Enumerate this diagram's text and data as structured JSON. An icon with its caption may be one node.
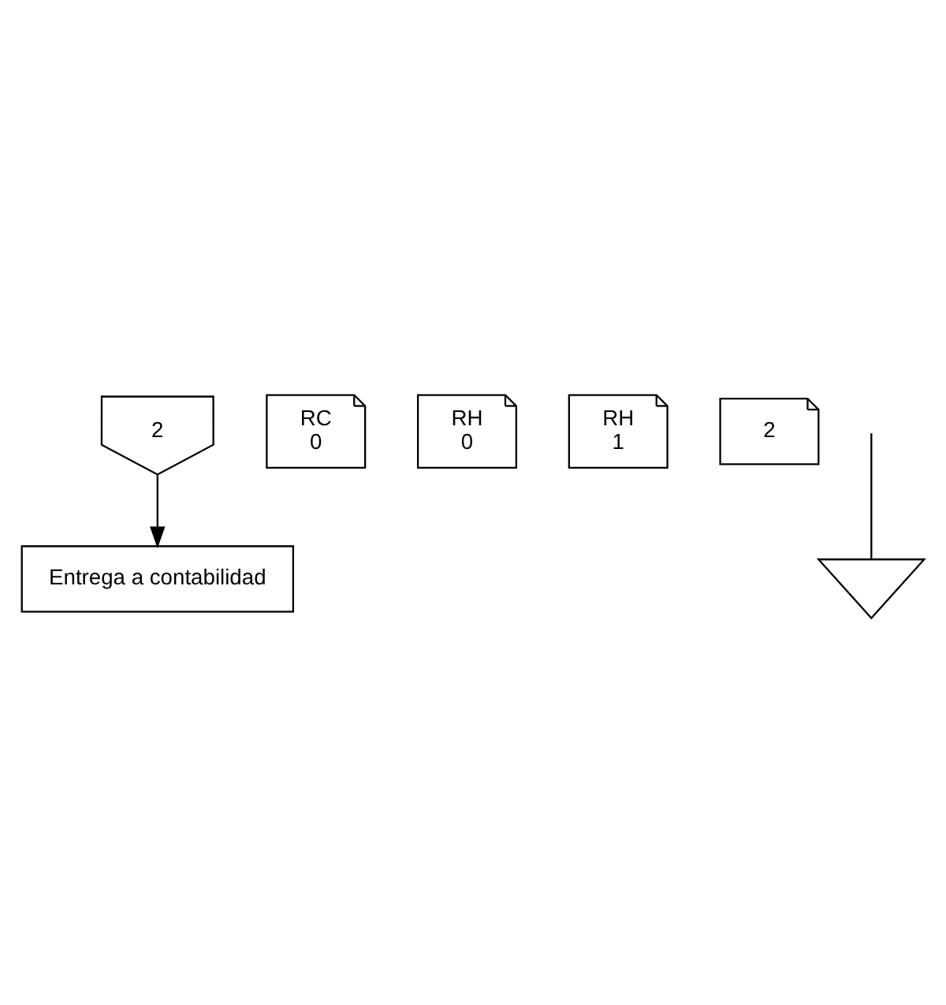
{
  "diagram": {
    "nodes": [
      {
        "text": [
          "2"
        ]
      },
      {
        "text": [
          "Entrega a contabilidad"
        ]
      },
      {
        "text": [
          "RC",
          "0"
        ]
      },
      {
        "text": [
          "RH",
          "0"
        ]
      },
      {
        "text": [
          "RH",
          "1"
        ]
      },
      {
        "text": [
          "2"
        ]
      },
      {
        "text": [],
        "shape": "triangle"
      }
    ],
    "edges": [
      {
        "from": 0,
        "to": 1,
        "arrow": "to"
      },
      {
        "from": null,
        "to": 6,
        "arrow": "none"
      }
    ]
  }
}
